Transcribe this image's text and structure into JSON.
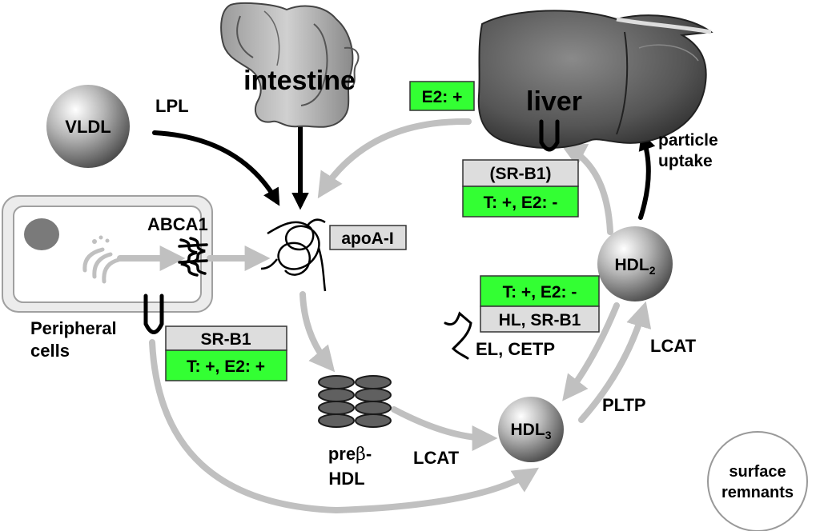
{
  "organs": {
    "intestine": "intestine",
    "liver": "liver",
    "peripheral_line1": "Peripheral",
    "peripheral_line2": "cells"
  },
  "particles": {
    "vldl": "VLDL",
    "hdl2_main": "HDL",
    "hdl2_sub": "2",
    "hdl3_main": "HDL",
    "hdl3_sub": "3",
    "prebeta_prefix": "pre",
    "prebeta_symbol": "β",
    "prebeta_suffix": "-",
    "prebeta_line2": "HDL",
    "surface_line1": "surface",
    "surface_line2": "remnants"
  },
  "enzymes": {
    "lpl": "LPL",
    "abca1": "ABCA1",
    "lcat_bottom": "LCAT",
    "lcat_right": "LCAT",
    "pltp": "PLTP",
    "el_cetp": "EL, CETP",
    "particle_uptake_line1": "particle",
    "particle_uptake_line2": "uptake"
  },
  "boxes": {
    "apoai": "apoA-I",
    "liver_e2": "E2: +",
    "liver_srb1": "(SR-B1)",
    "liver_srb1_effect": "T: +, E2: -",
    "periph_srb1": "SR-B1",
    "periph_srb1_effect": "T: +, E2: +",
    "hl_effect": "T: +, E2: -",
    "hl_srb1": "HL, SR-B1"
  },
  "colors": {
    "green_box": "#33ff33",
    "gray_box": "#dddddd",
    "gray_arrow": "#c0c0c0",
    "black_arrow": "#000000"
  }
}
